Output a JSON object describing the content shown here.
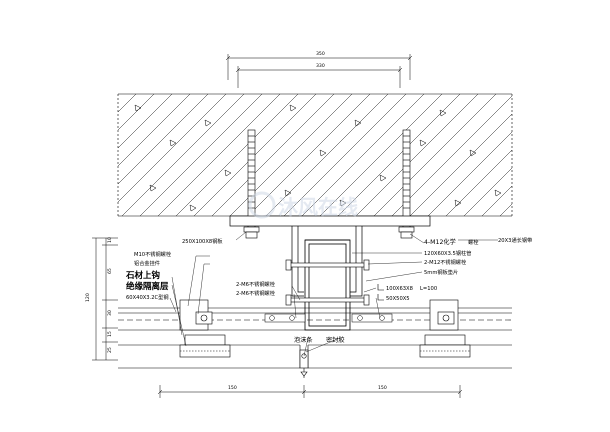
{
  "dimensions": {
    "top_overall": "350",
    "top_inner": "330",
    "bottom_left": "150",
    "bottom_right": "150",
    "left_total": "120",
    "left_segments": [
      "10",
      "65",
      "30",
      "15",
      "25"
    ]
  },
  "labels": {
    "steel_plate": "250X100X8钢板",
    "m10_bolt": "M10不锈钢螺栓",
    "al_alloy_pendant": "铝合金挂件",
    "stone_hook": "石材上钩",
    "insulation": "绝缘隔离层",
    "al_profile": "60X40X3.2C型钢",
    "m12_chem": "4-M12化学",
    "m12_chem_suffix": "螺栓",
    "channel": "120X60X3.5钢柱管",
    "m12_ss_bolt": "2-M12不锈钢螺栓",
    "gasket": "5mm钢板垫片",
    "m6_bolt_1": "2-M6不锈钢螺栓",
    "m6_bolt_2": "2-M6不锈钢螺栓",
    "angle_main": "100X63X8",
    "angle_len": "L=100",
    "angle_small": "50X50X5",
    "foam_rod": "泡沫条",
    "sealant": "密封胶",
    "right_note": "20X3通长钢带"
  },
  "watermark": "沐风在线",
  "colors": {
    "line": "#000000",
    "watermark": "#cfd8e6"
  }
}
